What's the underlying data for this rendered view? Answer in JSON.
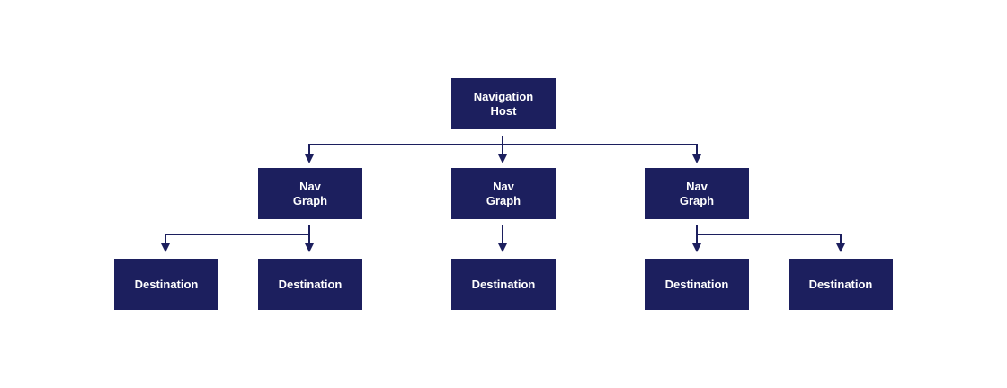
{
  "colors": {
    "node_fill": "#1c1f5e",
    "node_text": "#ffffff",
    "connector": "#1c1f5e",
    "background": "#ffffff"
  },
  "nodes": {
    "host": {
      "label": "Navigation\nHost"
    },
    "graph_1": {
      "label": "Nav\nGraph"
    },
    "graph_2": {
      "label": "Nav\nGraph"
    },
    "graph_3": {
      "label": "Nav\nGraph"
    },
    "dest_1": {
      "label": "Destination"
    },
    "dest_2": {
      "label": "Destination"
    },
    "dest_3": {
      "label": "Destination"
    },
    "dest_4": {
      "label": "Destination"
    },
    "dest_5": {
      "label": "Destination"
    }
  },
  "edges": [
    {
      "from": "host",
      "to": "graph_1"
    },
    {
      "from": "host",
      "to": "graph_2"
    },
    {
      "from": "host",
      "to": "graph_3"
    },
    {
      "from": "graph_1",
      "to": "dest_1"
    },
    {
      "from": "graph_1",
      "to": "dest_2"
    },
    {
      "from": "graph_2",
      "to": "dest_3"
    },
    {
      "from": "graph_3",
      "to": "dest_4"
    },
    {
      "from": "graph_3",
      "to": "dest_5"
    }
  ]
}
